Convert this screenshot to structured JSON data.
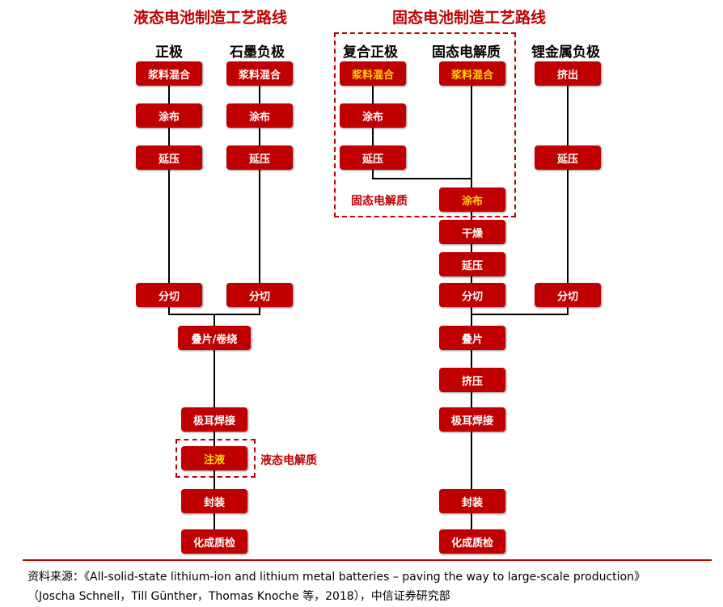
{
  "titles": {
    "liquid": "液态电池制造工艺路线",
    "solid": "固态电池制造工艺路线"
  },
  "columns": {
    "cathode": "正极",
    "graphite_anode": "石墨负极",
    "composite_cathode": "复合正极",
    "solid_electrolyte": "固态电解质",
    "lithium_anode": "锂金属负极"
  },
  "steps": {
    "slurry_mixing": "浆料混合",
    "coating": "涂布",
    "calendering": "延压",
    "slitting": "分切",
    "stack_wind": "叠片/卷绕",
    "tab_welding": "极耳焊接",
    "electrolyte_filling": "注液",
    "sealing": "封装",
    "formation": "化成质检",
    "extrusion": "挤出",
    "drying": "干燥",
    "stacking": "叠片",
    "pressing": "挤压"
  },
  "annotations": {
    "solid_electrolyte_label": "固态电解质",
    "liquid_electrolyte_label": "液态电解质"
  },
  "source": {
    "line1": "资料来源：《All-solid-state lithium-ion and lithium metal batteries – paving the way to large-scale production》",
    "line2": "（Joscha Schnell，Till Günther，Thomas Knoche 等，2018），中信证券研究部"
  },
  "colors": {
    "box": "#c00000",
    "box_text": "#ffffff",
    "highlight_text": "#ffd700",
    "accent": "#c00000"
  }
}
